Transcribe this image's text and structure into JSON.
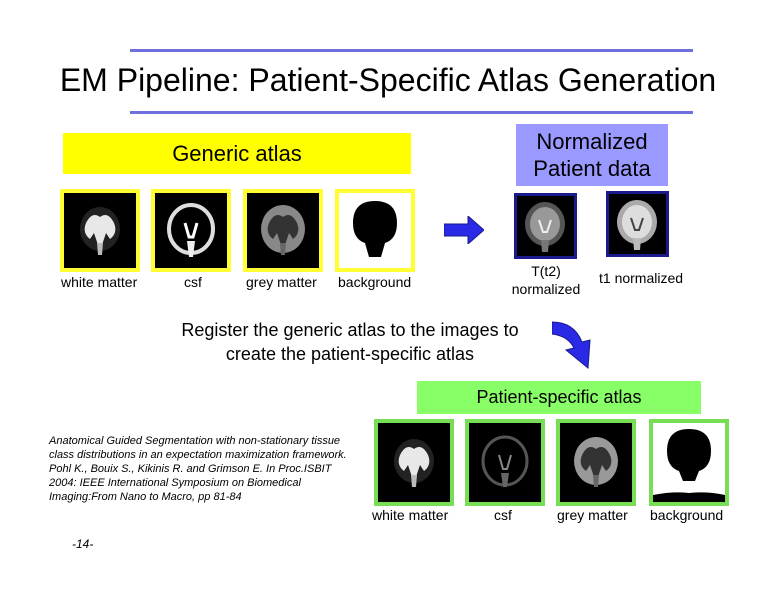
{
  "title": "EM Pipeline: Patient-Specific Atlas Generation",
  "generic_atlas": {
    "label": "Generic atlas",
    "captions": [
      "white matter",
      "csf",
      "grey matter",
      "background"
    ]
  },
  "normalized": {
    "label_line1": "Normalized",
    "label_line2": "Patient data",
    "cap1_line1": "T(t2)",
    "cap1_line2": "normalized",
    "cap2": "t1 normalized"
  },
  "register_line1": "Register the generic atlas to the images to",
  "register_line2": "create the patient-specific atlas",
  "patient_atlas": {
    "label": "Patient-specific atlas",
    "captions": [
      "white matter",
      "csf",
      "grey matter",
      "background"
    ]
  },
  "citation": [
    "Anatomical Guided Segmentation with non-stationary  tissue",
    "class distributions in an expectation maximization framework.",
    "Pohl K., Bouix S., Kikinis R. and Grimson E. In Proc.ISBIT",
    "2004: IEEE International Symposium on Biomedical",
    "Imaging:From Nano to Macro, pp 81-84"
  ],
  "page_number": "-14-",
  "colors": {
    "rule": "#6f6fe0",
    "generic_label_bg": "#ffff00",
    "normalized_label_bg": "#9999ff",
    "patient_label_bg": "#88ff66",
    "arrow": "#2a2ae6"
  }
}
